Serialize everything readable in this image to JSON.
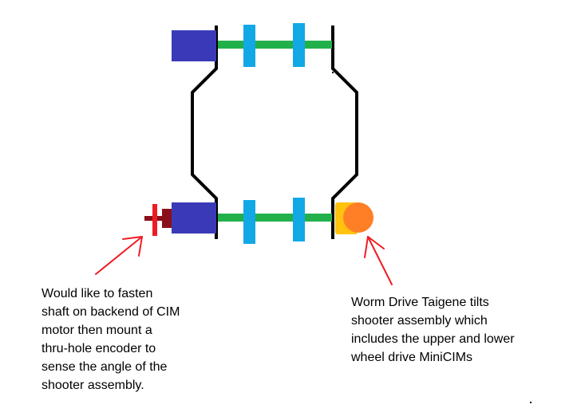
{
  "notes": {
    "encoder": {
      "lines": [
        "Would like to fasten",
        "shaft on backend of CIM",
        "motor then mount a",
        "thru-hole encoder to",
        "sense the angle of the",
        "shooter assembly."
      ]
    },
    "worm_drive": {
      "lines": [
        "Worm Drive Taigene tilts",
        "shooter assembly which",
        "includes the upper and lower",
        "wheel drive MiniCIMs"
      ]
    }
  },
  "colors": {
    "motor": "#3a3ab8",
    "shaft": "#22b04a",
    "wheel": "#12a8e6",
    "frame": "#000000",
    "encoder": "#ee1c24",
    "encoder_shaft": "#8b0f1a",
    "worm_gearbox": "#ffc20e",
    "worm_gear": "#ff7f27",
    "arrow": "#ee1c24"
  }
}
